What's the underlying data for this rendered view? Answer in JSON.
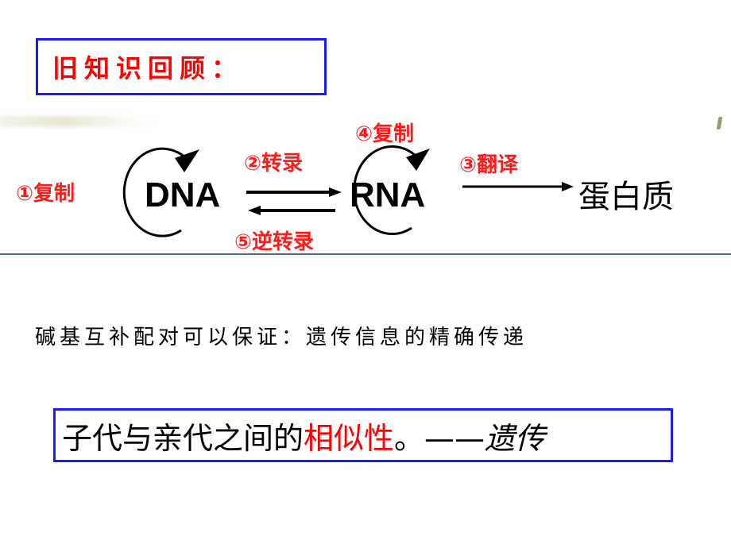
{
  "title": {
    "text": "旧知识回顾："
  },
  "diagram": {
    "labels": {
      "replication_dna": "①复制",
      "transcription": "②转录",
      "translation": "③翻译",
      "replication_rna": "④复制",
      "reverse_transcription": "⑤逆转录"
    },
    "molecules": {
      "dna": "DNA",
      "rna": "RNA",
      "protein": "蛋白质"
    },
    "colors": {
      "label": "#ff1a1a",
      "molecule": "#000000",
      "band_line": "#4a6a9a"
    }
  },
  "statement": {
    "text": "碱基互补配对可以保证：遗传信息的精确传递"
  },
  "conclusion": {
    "part1": "子代与亲代之间的",
    "highlight": "相似性",
    "part2": "。——",
    "term": "遗传",
    "highlight_color": "#ff0000"
  },
  "colors": {
    "box_border": "#1a1aff",
    "title_text": "#ff0000"
  }
}
